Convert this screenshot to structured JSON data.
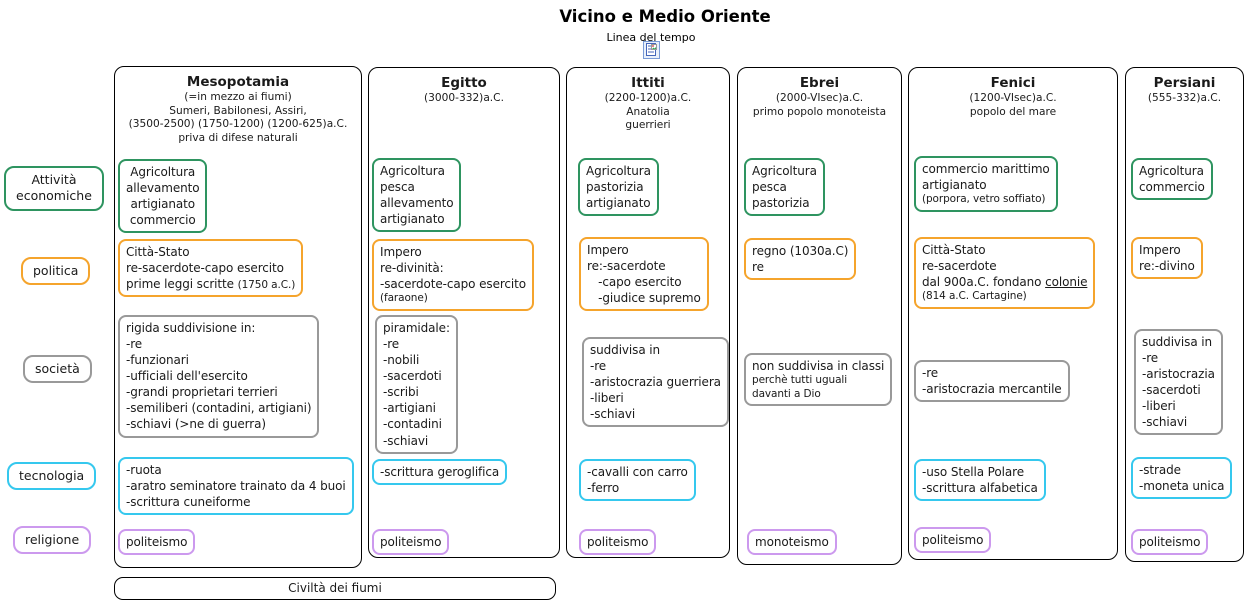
{
  "page": {
    "title": "Vicino e Medio Oriente",
    "subtitle": "Linea del tempo",
    "footer": "Civiltà dei fiumi"
  },
  "colors": {
    "economy": "#2e9460",
    "politics": "#f5a42c",
    "society": "#999999",
    "technology": "#35c8ee",
    "religion": "#cc99ee"
  },
  "icons": {
    "timeline_icon": "image-attachment-icon"
  },
  "row_labels": {
    "economy": "Attività\neconomiche",
    "politics": "politica",
    "society": "società",
    "technology": "tecnologia",
    "religion": "religione"
  },
  "columns": [
    {
      "title": "Mesopotamia",
      "subtitle": "(=in mezzo ai fiumi)\nSumeri, Babilonesi, Assiri,\n(3500-2500) (1750-1200) (1200-625)a.C.\npriva di difese naturali",
      "economy": {
        "text": "Agricoltura\nallevamento\nartigianato\ncommercio"
      },
      "politics": {
        "text": "Città-Stato\nre-sacerdote-capo esercito\nprime leggi scritte ",
        "small_inline": "(1750 a.C.)"
      },
      "society": {
        "text": "rigida suddivisione in:\n-re\n-funzionari\n-ufficiali dell'esercito\n-grandi proprietari terrieri\n-semiliberi (contadini, artigiani)\n-schiavi (>ne di guerra)"
      },
      "technology": {
        "text": "-ruota\n-aratro seminatore trainato da 4 buoi\n-scrittura cuneiforme"
      },
      "religion": {
        "text": "politeismo"
      }
    },
    {
      "title": "Egitto",
      "subtitle": "(3000-332)a.C.",
      "economy": {
        "text": "Agricoltura\npesca\nallevamento\nartigianato"
      },
      "politics": {
        "text": "Impero\nre-divinità:\n-sacerdote-capo esercito",
        "small_block": "(faraone)"
      },
      "society": {
        "text": "piramidale:\n-re\n-nobili\n-sacerdoti\n-scribi\n-artigiani\n-contadini\n-schiavi"
      },
      "technology": {
        "text": "-scrittura geroglifica"
      },
      "religion": {
        "text": "politeismo"
      }
    },
    {
      "title": "Ittiti",
      "subtitle": "(2200-1200)a.C.\nAnatolia\nguerrieri",
      "economy": {
        "text": "Agricoltura\npastorizia\nartigianato"
      },
      "politics": {
        "text": "Impero\nre:-sacerdote\n   -capo esercito\n   -giudice supremo"
      },
      "society": {
        "text": "suddivisa in\n-re\n-aristocrazia guerriera\n-liberi\n-schiavi"
      },
      "technology": {
        "text": "-cavalli con carro\n-ferro"
      },
      "religion": {
        "text": "politeismo"
      }
    },
    {
      "title": "Ebrei",
      "subtitle": "(2000-VIsec)a.C.\nprimo popolo monoteista",
      "economy": {
        "text": "Agricoltura\npesca\npastorizia"
      },
      "politics": {
        "text": "regno (1030a.C)\nre"
      },
      "society": {
        "text": "non suddivisa in classi",
        "small_block": "perchè tutti uguali\ndavanti a Dio"
      },
      "religion": {
        "text": "monoteismo"
      }
    },
    {
      "title": "Fenici",
      "subtitle": "(1200-VIsec)a.C.\npopolo del mare",
      "economy": {
        "text": "commercio marittimo\nartigianato",
        "small_block": "(porpora, vetro soffiato)"
      },
      "politics": {
        "text": "Città-Stato\nre-sacerdote\ndal 900a.C. fondano ",
        "underline_inline": "colonie",
        "small_block": "(814 a.C. Cartagine)"
      },
      "society": {
        "text": "-re\n-aristocrazia mercantile"
      },
      "technology": {
        "text": "-uso Stella Polare\n-scrittura alfabetica"
      },
      "religion": {
        "text": "politeismo"
      }
    },
    {
      "title": "Persiani",
      "subtitle": "(555-332)a.C.",
      "economy": {
        "text": "Agricoltura\ncommercio"
      },
      "politics": {
        "text": "Impero\nre:-divino"
      },
      "society": {
        "text": "suddivisa in\n-re\n-aristocrazia\n-sacerdoti\n-liberi\n-schiavi"
      },
      "technology": {
        "text": "-strade\n-moneta unica"
      },
      "religion": {
        "text": "politeismo"
      }
    }
  ]
}
